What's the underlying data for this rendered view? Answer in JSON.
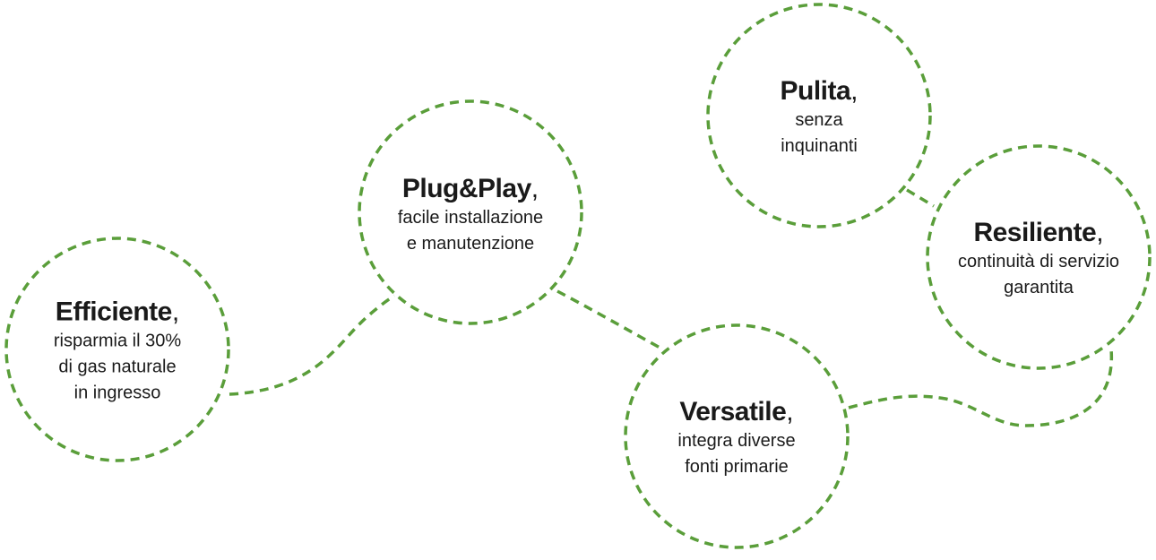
{
  "colors": {
    "accent": "#5a9e3a",
    "text": "#1a1a1a",
    "background": "#ffffff"
  },
  "nodes": [
    {
      "id": "efficiente",
      "title": "Efficiente",
      "comma": ",",
      "desc": [
        "risparmia il 30%",
        "di gas naturale",
        "in ingresso"
      ]
    },
    {
      "id": "plugplay",
      "title": "Plug&Play",
      "comma": ",",
      "desc": [
        "facile installazione",
        "e manutenzione"
      ]
    },
    {
      "id": "versatile",
      "title": "Versatile",
      "comma": ",",
      "desc": [
        "integra diverse",
        "fonti primarie"
      ]
    },
    {
      "id": "pulita",
      "title": "Pulita",
      "comma": ",",
      "desc": [
        "senza",
        "inquinanti"
      ]
    },
    {
      "id": "resiliente",
      "title": "Resiliente",
      "comma": ",",
      "desc": [
        "continuità di servizio",
        "garantita"
      ]
    }
  ]
}
